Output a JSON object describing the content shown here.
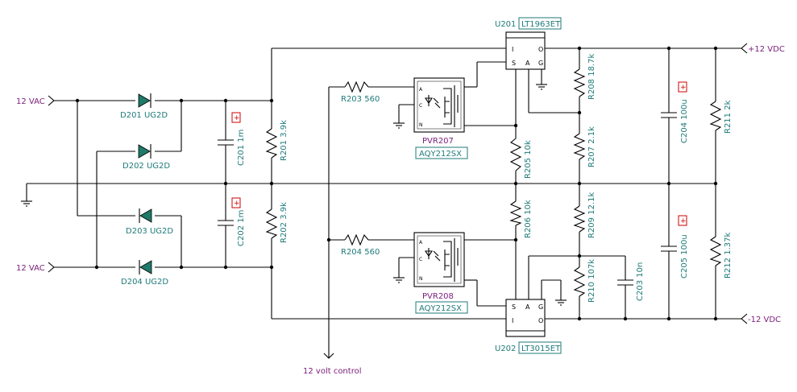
{
  "inputs": {
    "vac_top": "12 VAC",
    "vac_bottom": "12 VAC",
    "control": "12 volt control"
  },
  "outputs": {
    "pos": "+12 VDC",
    "neg": "-12 VDC"
  },
  "diodes": {
    "d201": "D201 UG2D",
    "d202": "D202 UG2D",
    "d203": "D203 UG2D",
    "d204": "D204 UG2D"
  },
  "capacitors": {
    "c201": "C201 1m",
    "c202": "C202 1m",
    "c203": "C203 10n",
    "c204": "C204 100u",
    "c205": "C205 100u",
    "polarity_mark": "+"
  },
  "resistors": {
    "r201": "R201 3.9k",
    "r202": "R202 3.9k",
    "r203": "R203 560",
    "r204": "R204 560",
    "r205": "R205 10k",
    "r206": "R206 10k",
    "r207": "R207 2.1k",
    "r208": "R208 18.7k",
    "r209": "R209 12.1k",
    "r210": "R210 107k",
    "r211": "R211 2k",
    "r212": "R212 1.37k"
  },
  "relays": {
    "pvr207_ref": "PVR207",
    "pvr207_part": "AQY212SX",
    "pvr208_ref": "PVR208",
    "pvr208_part": "AQY212SX"
  },
  "regulators": {
    "u201_ref": "U201",
    "u201_part": "LT1963ET",
    "u202_ref": "U202",
    "u202_part": "LT3015ET",
    "pin_s": "S",
    "pin_a": "A",
    "pin_g": "G",
    "pin_o": "O",
    "pin_i": "I"
  },
  "colors": {
    "wire": "#000000",
    "label": "#1f7a7a",
    "net_label": "#7a1d7a",
    "diode_fill": "#1f7a6a",
    "polarity": "#cc0000"
  }
}
